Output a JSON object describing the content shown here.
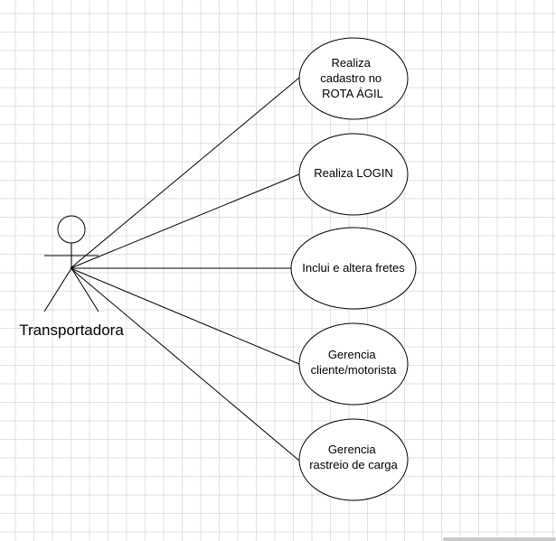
{
  "actor": {
    "name": "Transportadora"
  },
  "use_cases": [
    {
      "id": "uc-cadastro",
      "lines": [
        "Realiza",
        "cadastro no",
        "ROTA ÁGIL"
      ]
    },
    {
      "id": "uc-login",
      "lines": [
        "Realiza LOGIN"
      ]
    },
    {
      "id": "uc-fretes",
      "lines": [
        "Inclui e altera fretes"
      ]
    },
    {
      "id": "uc-cliente",
      "lines": [
        "Gerencia",
        "cliente/motorista"
      ]
    },
    {
      "id": "uc-rastreio",
      "lines": [
        "Gerencia",
        "rastreio de carga"
      ]
    }
  ],
  "colors": {
    "line": "#000000",
    "grid": "#e2e2e2",
    "background": "#ffffff"
  }
}
